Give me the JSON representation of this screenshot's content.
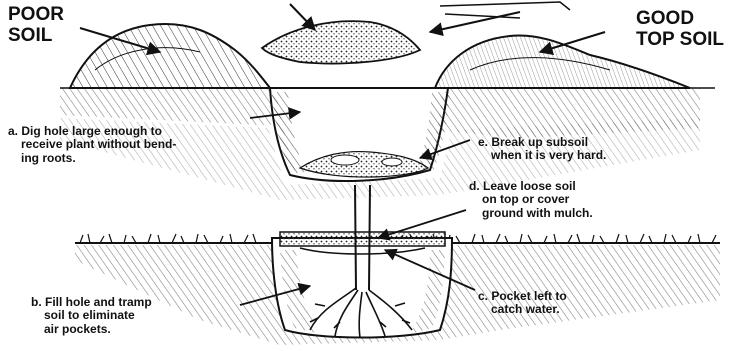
{
  "labels": {
    "poor_soil": [
      "POOR",
      "SOIL"
    ],
    "good_top_soil": [
      "GOOD",
      "TOP SOIL"
    ],
    "step_a": [
      "a. Dig hole large enough to",
      "receive plant without bend-",
      "ing roots."
    ],
    "step_b": [
      "b. Fill hole and tramp",
      "soil to eliminate",
      "air pockets."
    ],
    "step_c": [
      "c. Pocket left to",
      "catch water."
    ],
    "step_d": [
      "d. Leave loose soil",
      "on top or cover",
      "ground with mulch."
    ],
    "step_e": [
      "e. Break up subsoil",
      "when it is very hard."
    ]
  },
  "colors": {
    "ink": "#111111",
    "paper": "#ffffff"
  }
}
